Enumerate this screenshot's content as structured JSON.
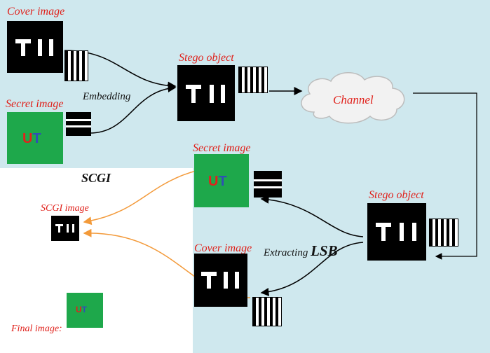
{
  "labels": {
    "cover_top": "Cover image",
    "secret_top": "Secret image",
    "embedding": "Embedding",
    "stego_top": "Stego object",
    "channel": "Channel",
    "secret_mid": "Secret image",
    "scgi_heading": "SCGI",
    "scgi_image": "SCGI image",
    "stego_bottom": "Stego object",
    "extracting": "Extracting",
    "lsb": "LSB",
    "cover_bottom": "Cover image",
    "final_image": "Final image:"
  },
  "ut_text": {
    "u": "U",
    "t": "T"
  },
  "colors": {
    "background_region": "#cfe8ee",
    "label_red": "#e0201a",
    "green_image": "#1ea84b",
    "orange_arrow": "#f39a3a"
  }
}
